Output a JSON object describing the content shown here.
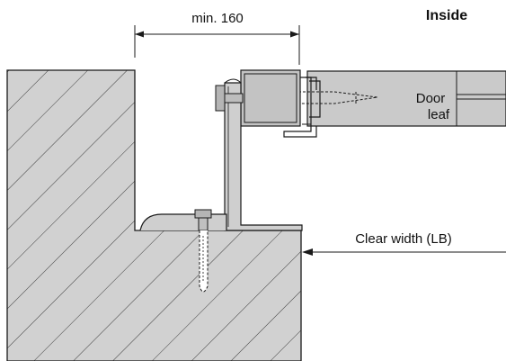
{
  "labels": {
    "inside": "Inside",
    "dimension": "min. 160",
    "door_leaf_line1": "Door",
    "door_leaf_line2": "leaf",
    "clear_width": "Clear width (LB)"
  },
  "colors": {
    "wall_fill": "#d1d1d1",
    "frame_fill": "#c3c3c3",
    "leaf_fill": "#cacaca",
    "line": "#1a1a1a",
    "background": "#ffffff"
  }
}
